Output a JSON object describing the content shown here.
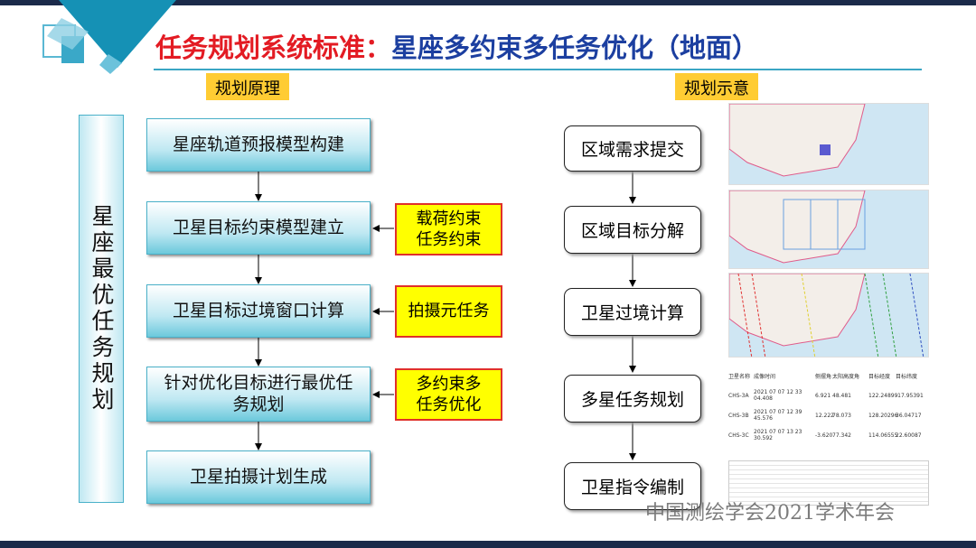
{
  "title": {
    "part1": "任务规划系统标准：",
    "part2": "星座多约束多任务优化（地面）"
  },
  "left": {
    "label": "规划原理",
    "vertical": "星座最优任务规划",
    "steps": [
      "星座轨道预报模型构建",
      "卫星目标约束模型建立",
      "卫星目标过境窗口计算",
      "针对优化目标进行最优任务规划",
      "卫星拍摄计划生成"
    ],
    "constraints": [
      "载荷约束\n任务约束",
      "拍摄元任务",
      "多约束多\n任务优化"
    ]
  },
  "right": {
    "label": "规划示意",
    "steps": [
      "区域需求提交",
      "区域目标分解",
      "卫星过境计算",
      "多星任务规划",
      "卫星指令编制"
    ]
  },
  "table": {
    "headers": [
      "卫星名称",
      "成像时间",
      "侧摆角",
      "太阳高度角",
      "目标经度",
      "目标纬度"
    ],
    "rows": [
      [
        "CHS-3A",
        "2021 07 07 12 33 04.408",
        "6.921",
        "48.481",
        "122.24899",
        "-17.95391"
      ],
      [
        "CHS-3B",
        "2021 07 07 12 39 45.576",
        "12.222",
        "78.073",
        "128.20296",
        "36.04717"
      ],
      [
        "CHS-3C",
        "2021 07 07 13 23 30.592",
        "-3.620",
        "77.342",
        "114.06555",
        "22.60087"
      ]
    ]
  },
  "watermark": "中国测绘学会2021学术年会",
  "colors": {
    "title_red": "#e31b23",
    "title_blue": "#1c3fa0",
    "accent": "#3aa6c4",
    "label_bg": "#ffcc33"
  }
}
